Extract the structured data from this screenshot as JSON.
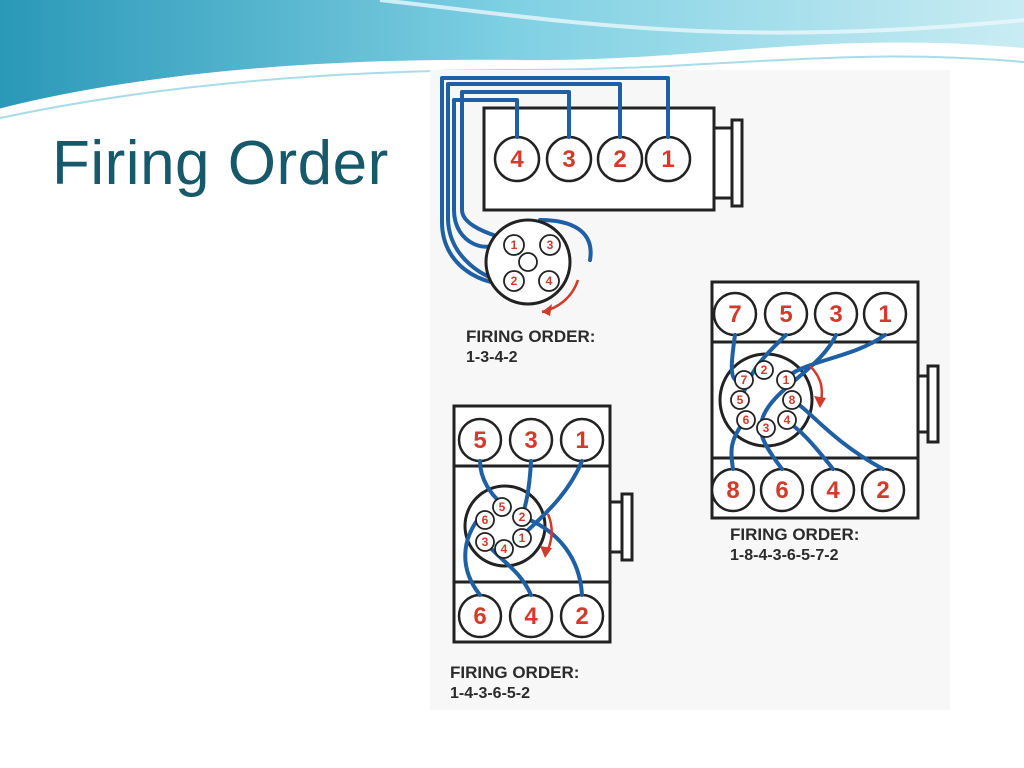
{
  "slide": {
    "title": "Firing Order",
    "title_color": "#17596b"
  },
  "diagrams": [
    {
      "label_heading": "FIRING ORDER:",
      "order": "1-3-4-2",
      "cylinders": [
        "4",
        "3",
        "2",
        "1"
      ],
      "distributor_terminals": [
        "1",
        "3",
        "2",
        "4"
      ]
    },
    {
      "label_heading": "FIRING ORDER:",
      "order": "1-4-3-6-5-2",
      "cylinders_top": [
        "5",
        "3",
        "1"
      ],
      "cylinders_bottom": [
        "6",
        "4",
        "2"
      ],
      "distributor_terminals": [
        "5",
        "6",
        "2",
        "3",
        "1",
        "4"
      ]
    },
    {
      "label_heading": "FIRING ORDER:",
      "order": "1-8-4-3-6-5-7-2",
      "cylinders_top": [
        "7",
        "5",
        "3",
        "1"
      ],
      "cylinders_bottom": [
        "8",
        "6",
        "4",
        "2"
      ],
      "distributor_terminals": [
        "7",
        "2",
        "1",
        "5",
        "8",
        "6",
        "3",
        "4"
      ]
    }
  ],
  "colors": {
    "wire": "#1f5fa3",
    "numbers": "#d23a2a",
    "banner": "#7ec8dc"
  }
}
